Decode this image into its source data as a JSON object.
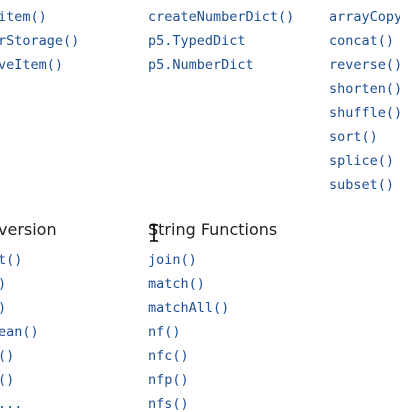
{
  "col1": {
    "items": [
      "item()",
      "rStorage()",
      "veItem()"
    ],
    "heading": "version",
    "items2": [
      "t()",
      ")",
      ")",
      "ean()",
      "()",
      "()",
      "..."
    ]
  },
  "col2": {
    "items": [
      "createNumberDict()",
      "p5.TypedDict",
      "p5.NumberDict"
    ],
    "heading": "String Functions",
    "items2": [
      "join()",
      "match()",
      "matchAll()",
      "nf()",
      "nfc()",
      "nfp()",
      "nfs()"
    ]
  },
  "col3": {
    "items": [
      "arrayCopy",
      "concat()",
      "reverse()",
      "shorten()",
      "shuffle()",
      "sort()",
      "splice()",
      "subset()"
    ]
  },
  "colors": {
    "link": "#1d4f95",
    "heading": "#222222"
  }
}
